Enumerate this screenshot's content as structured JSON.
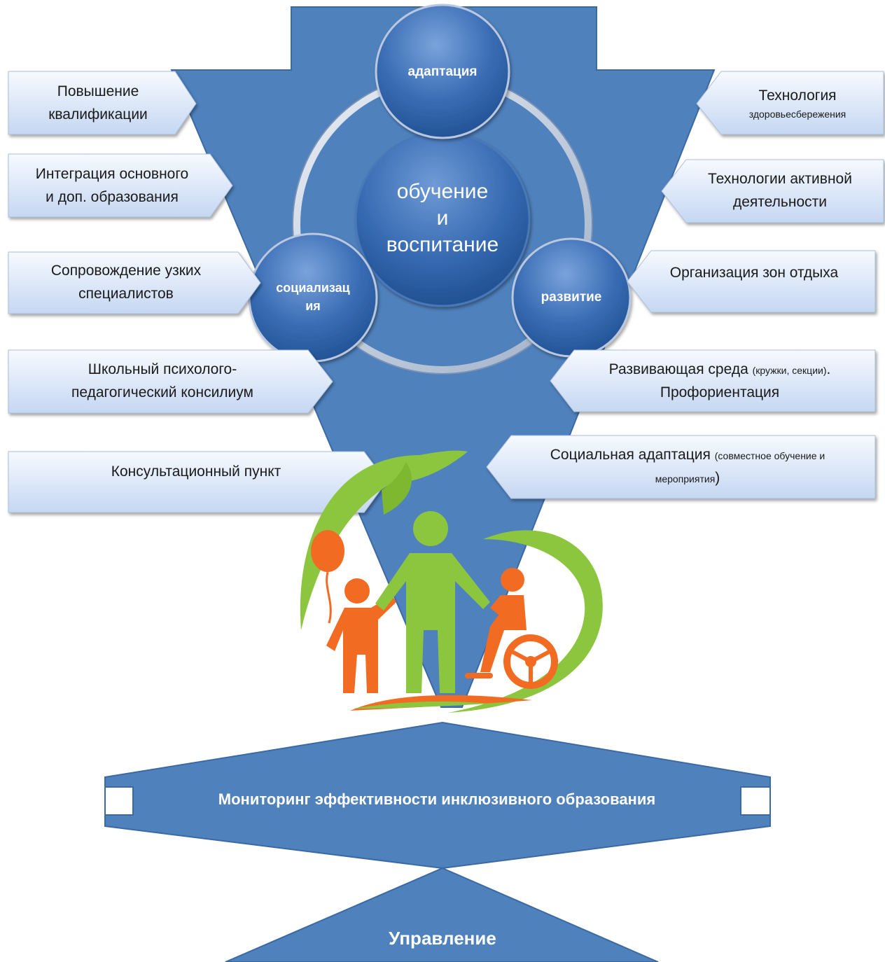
{
  "center": {
    "line1": "обучение",
    "line2": "и",
    "line3": "воспитание"
  },
  "cycle": {
    "top": "адаптация",
    "left_line1": "социализац",
    "left_line2": "ия",
    "right": "развитие"
  },
  "left_items": [
    {
      "line1": "Повышение",
      "line2": "квалификации"
    },
    {
      "line1": "Интеграция основного",
      "line2": "и доп. образования"
    },
    {
      "line1": "Сопровождение узких",
      "line2": "специалистов"
    },
    {
      "line1": "Школьный психолого-",
      "line2": "педагогический консилиум"
    },
    {
      "line1": "Консультационный пункт"
    }
  ],
  "right_items": [
    {
      "line1": "Технология",
      "line2": "здоровьесбережения"
    },
    {
      "line1": "Технологии активной",
      "line2": "деятельности"
    },
    {
      "line1": "Организация зон отдыха"
    },
    {
      "line1": "Развивающая среда",
      "line1_small": "(кружки, секции)",
      "line1_end": ".",
      "line2": "Профориентация"
    },
    {
      "line1": "Социальная адаптация",
      "line1_small": "(совместное обучение и",
      "line2_small": "мероприятия",
      "line2_end": ")"
    }
  ],
  "monitoring": "Мониторинг эффективности инклюзивного образования",
  "management": "Управление",
  "colors": {
    "blue": "#4f81bd",
    "blue_dark": "#2c5a95",
    "tag_light": "#f6f9fe",
    "tag_dark": "#c9daf3",
    "green": "#8cc63f",
    "orange": "#f26b22"
  },
  "icons": [
    "logo-family-icon"
  ]
}
